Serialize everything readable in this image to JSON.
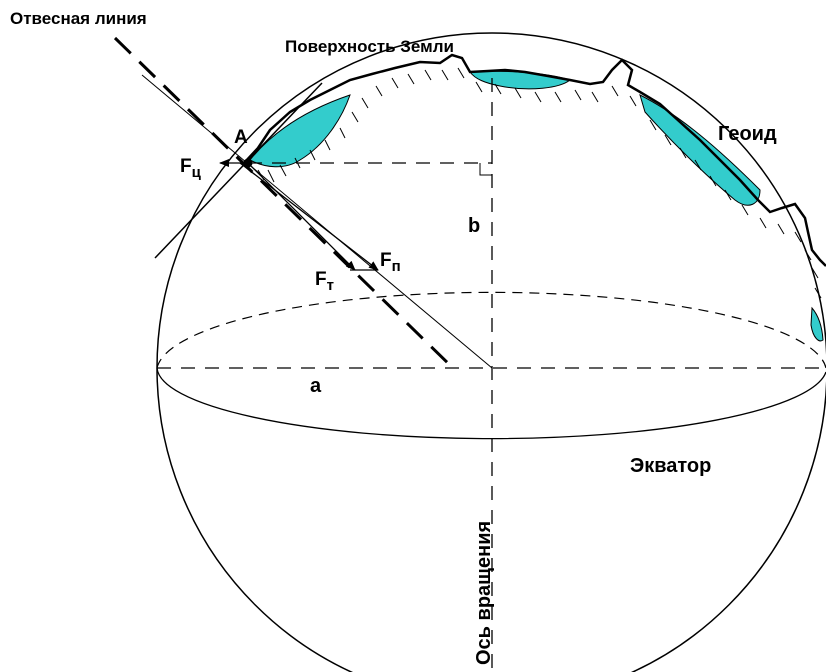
{
  "labels": {
    "plumb_line": "Отвесная линия",
    "earth_surface": "Поверхность Земли",
    "geoid": "Геоид",
    "point_a": "A",
    "force_centrifugal_main": "F",
    "force_centrifugal_sub": "ц",
    "force_gravity_main": "F",
    "force_gravity_sub": "т",
    "force_resultant_main": "F",
    "force_resultant_sub": "п",
    "semi_minor_axis": "b",
    "semi_major_axis": "a",
    "equator": "Экватор",
    "rotation_axis": "Ось вращения"
  },
  "colors": {
    "ink": "#000000",
    "water": "#33cccc",
    "background": "#ffffff"
  }
}
